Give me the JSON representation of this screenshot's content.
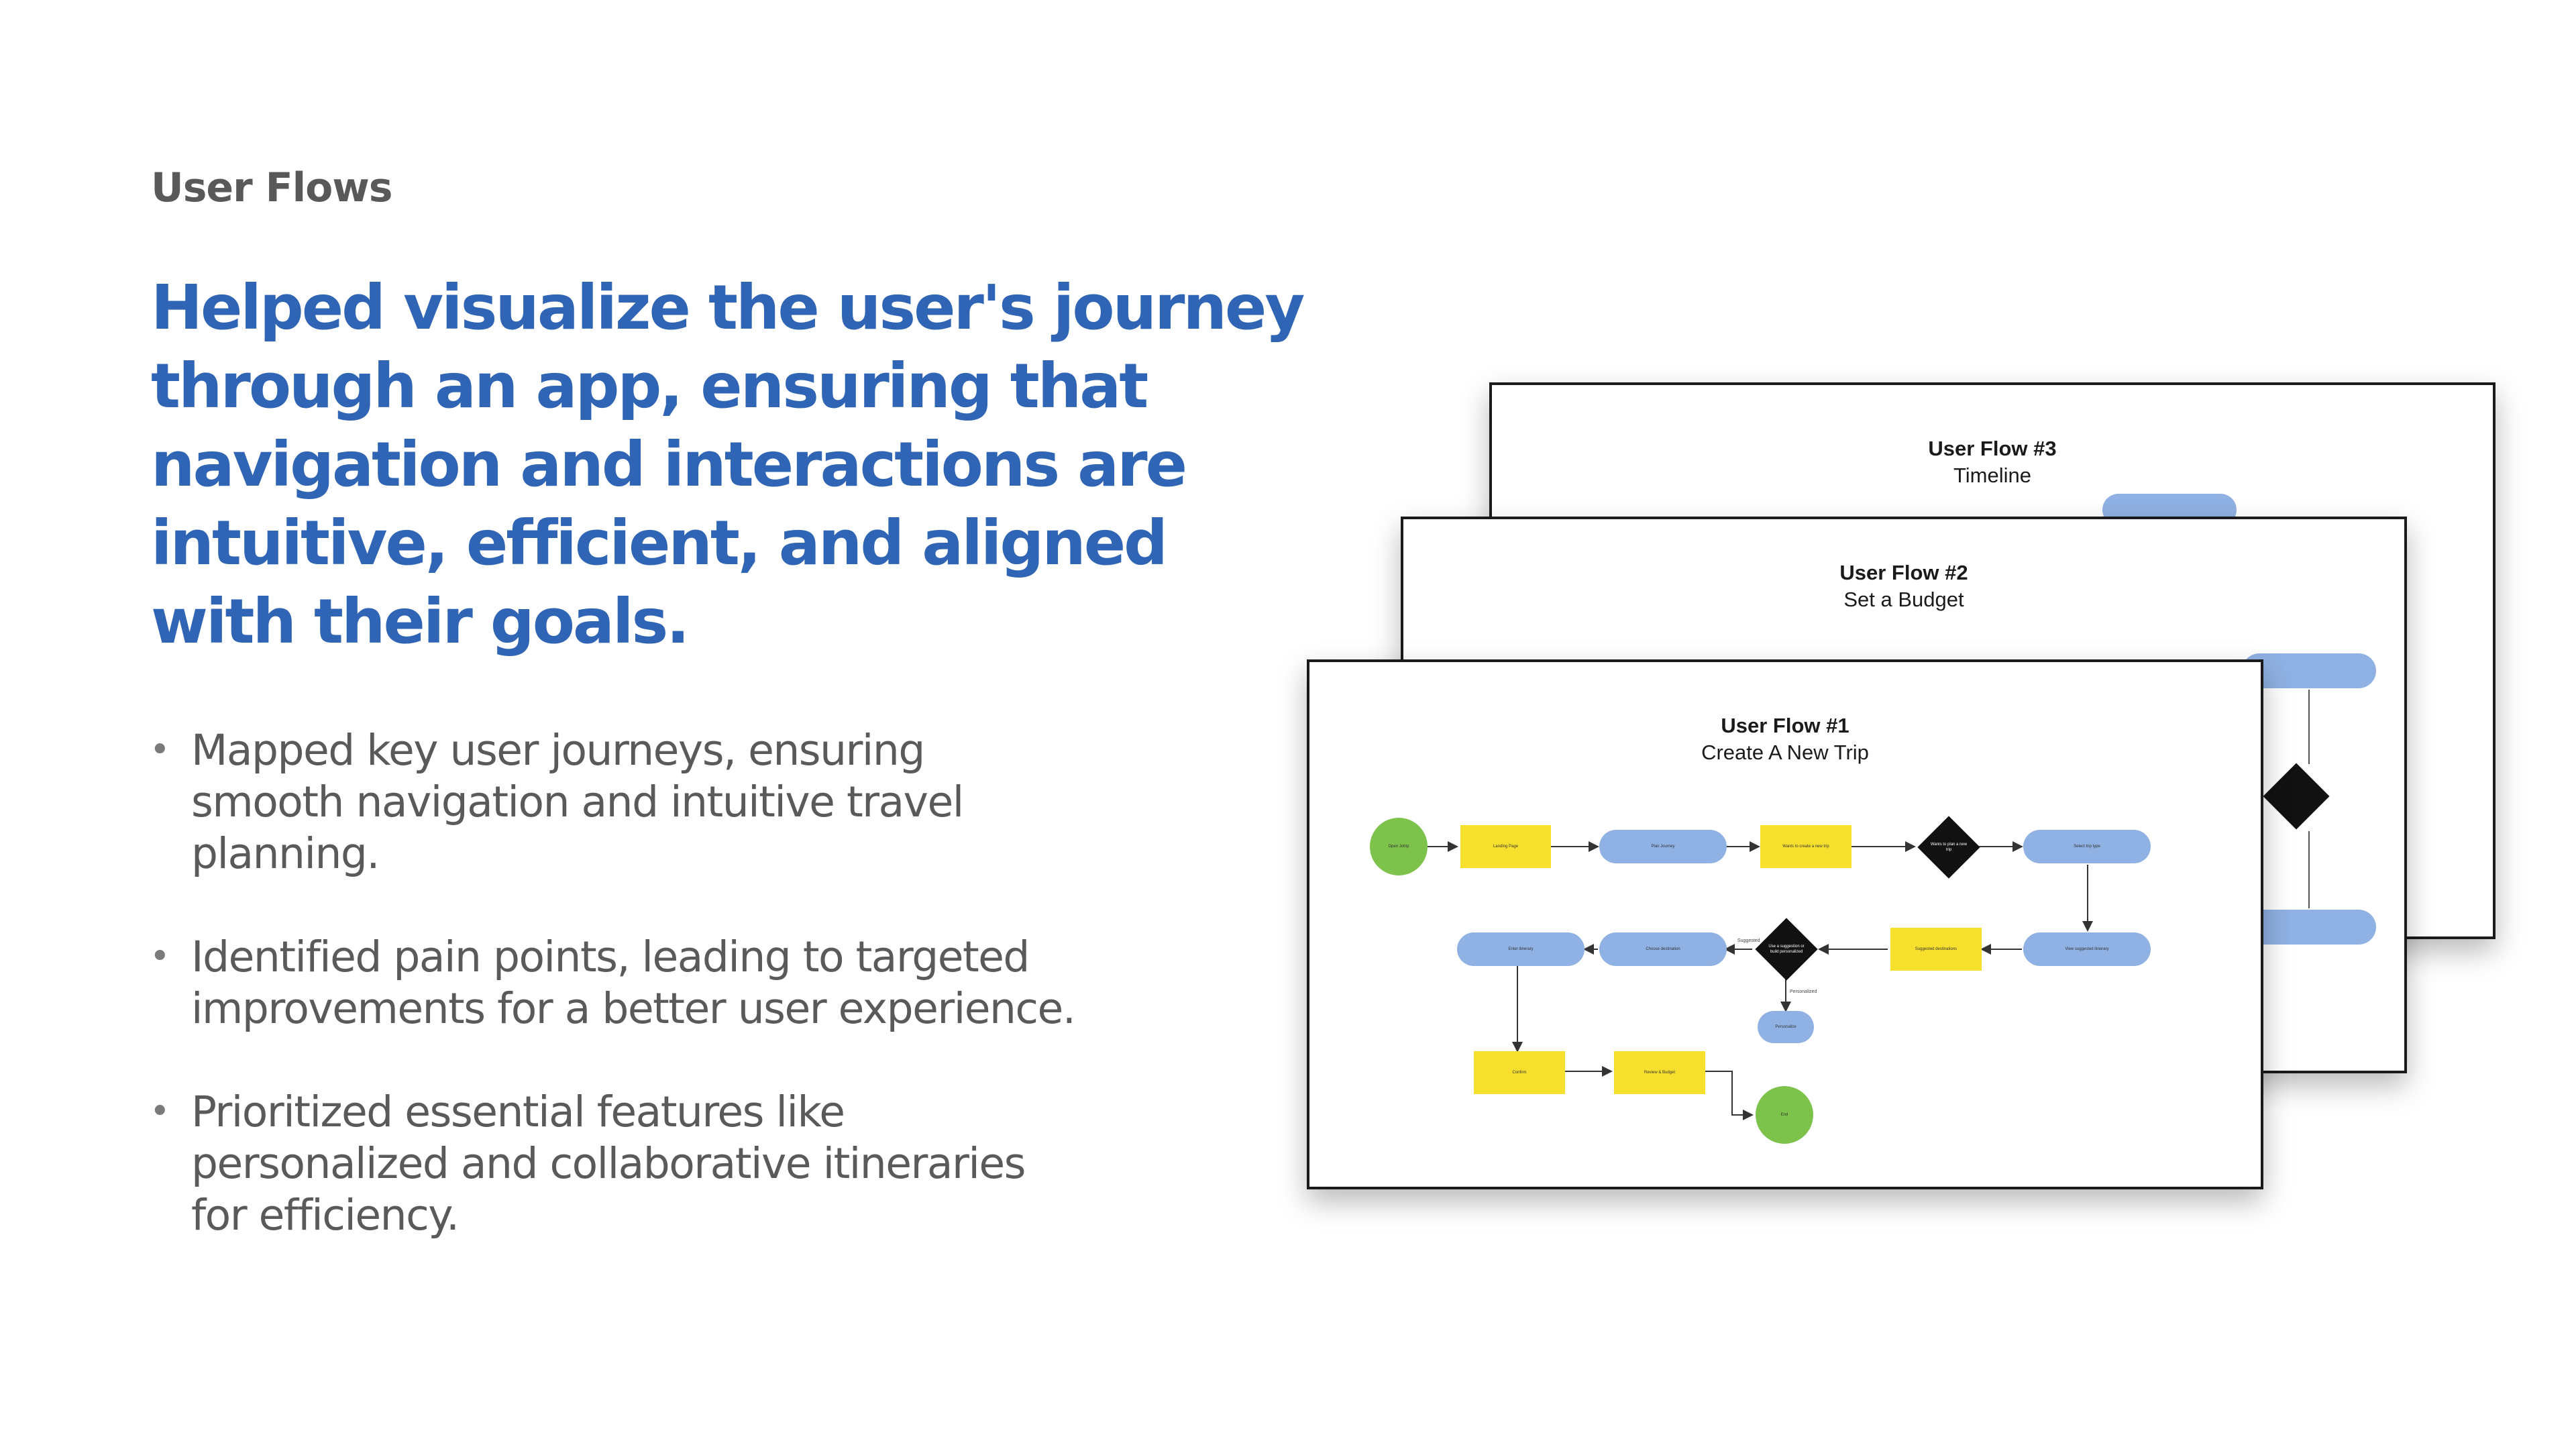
{
  "section_label": "User Flows",
  "headline": "Helped visualize the user's journey through an app, ensuring that navigation and interactions are intuitive, efficient, and aligned with their goals.",
  "bullets": [
    "Mapped key user journeys, ensuring smooth navigation and intuitive travel planning.",
    "Identified pain points, leading to targeted improvements for a better user experience.",
    "Prioritized essential features like personalized and collaborative itineraries for efficiency."
  ],
  "bullet_glyph": "•",
  "flows": {
    "flow3": {
      "title": "User Flow #3",
      "subtitle": "Timeline"
    },
    "flow2": {
      "title": "User Flow #2",
      "subtitle": "Set a Budget"
    },
    "flow1": {
      "title": "User Flow #1",
      "subtitle": "Create A New Trip",
      "nodes": {
        "open": "Open Jotrip",
        "landing": "Landing Page",
        "planner": "Plan Journey",
        "wants_new": "Wants to create a new trip",
        "decision_plan": "Wants to plan a new trip",
        "select_trip": "Select trip type",
        "suggest_dest": "Suggested destinations",
        "decision_personal": "Use a suggestion or build personalized",
        "enter_itin": "Enter itinerary",
        "view_detail": "View suggested itinerary",
        "personalize": "Personalize",
        "choose_dest": "Choose destination",
        "confirm": "Confirm",
        "review": "Review & Budget",
        "end": "End"
      },
      "edge_labels": {
        "suggested": "Suggested",
        "personalized": "Personalized"
      }
    }
  },
  "colors": {
    "headline": "#2f65b4",
    "eyebrow": "#595959",
    "body": "#5a5a5a",
    "pill": "#8fb1e3",
    "process": "#f7df2e",
    "terminal": "#7cc24b",
    "decision": "#111111"
  }
}
